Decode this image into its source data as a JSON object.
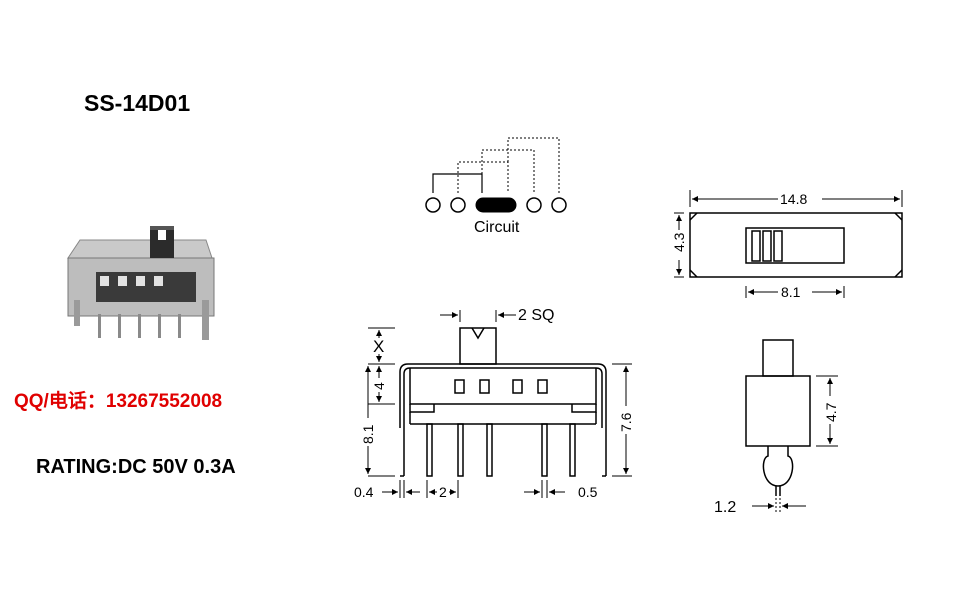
{
  "title": "SS-14D01",
  "contact": "QQ/电话：13267552008",
  "rating": "RATING:DC 50V 0.3A",
  "circuit_label": "Circuit",
  "dims": {
    "top_length": "14.8",
    "top_height": "4.3",
    "slot_width": "8.1",
    "actuator_sq": "2 SQ",
    "actuator_travel": "X",
    "body_to_act": "4",
    "overall_height": "8.1",
    "body_height": "7.6",
    "pin_thick": "0.4",
    "pitch": "2",
    "pin_width": "0.5",
    "side_height": "4.7",
    "side_pin": "1.2"
  },
  "colors": {
    "contact_text": "#e00000",
    "line": "#000000"
  }
}
